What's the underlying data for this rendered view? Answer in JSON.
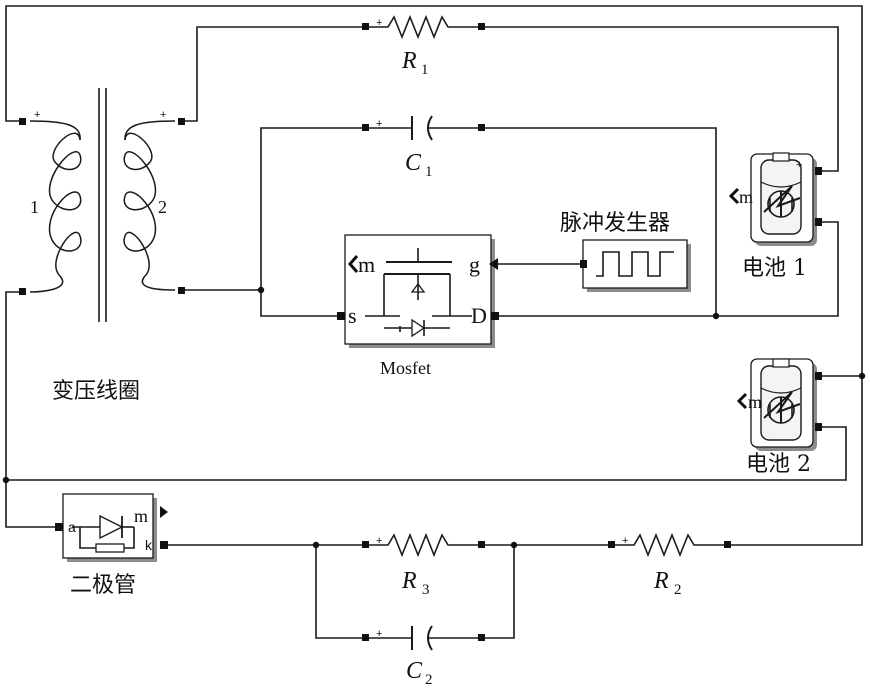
{
  "transformer": {
    "winding_primary": "1",
    "winding_secondary": "2",
    "caption": "变压线圈"
  },
  "resistors": [
    {
      "symbol": "R",
      "subscript": "1"
    },
    {
      "symbol": "R",
      "subscript": "2"
    },
    {
      "symbol": "R",
      "subscript": "3"
    }
  ],
  "capacitors": [
    {
      "symbol": "C",
      "subscript": "1"
    },
    {
      "symbol": "C",
      "subscript": "2"
    }
  ],
  "mosfet": {
    "caption": "Mosfet",
    "port_m": "m",
    "port_g": "g",
    "port_s": "s",
    "port_d": "D"
  },
  "pulse_generator": {
    "caption": "脉冲发生器"
  },
  "batteries": [
    {
      "caption": "电池 1",
      "port_m": "m"
    },
    {
      "caption": "电池 2",
      "port_m": "m"
    }
  ],
  "diode": {
    "caption": "二极管",
    "port_a": "a",
    "port_m": "m",
    "port_k": "k"
  },
  "terminal_mark": "+"
}
